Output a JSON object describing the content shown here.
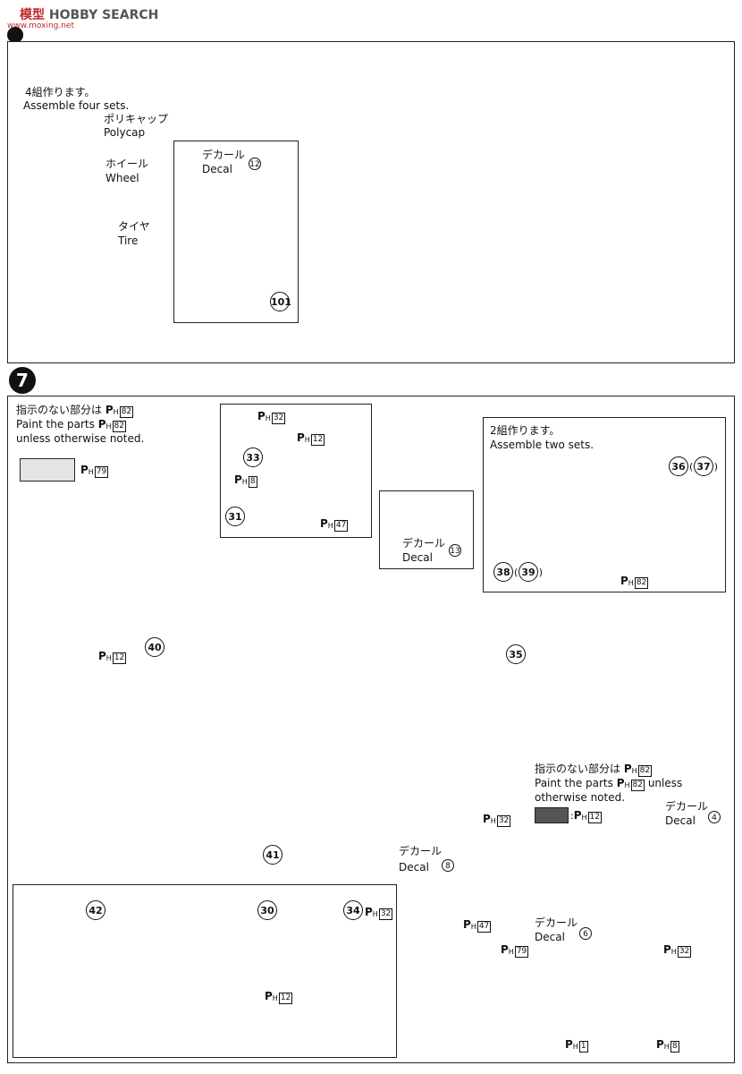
{
  "header": {
    "logo_cn": "模型",
    "logo_en": "HOBBY SEARCH",
    "site": "www.moxing.net"
  },
  "step6": {
    "note_jp": "4組作ります。",
    "note_en": "Assemble four sets.",
    "polycap_jp": "ポリキャップ",
    "polycap_en": "Polycap",
    "wheel_jp": "ホイール",
    "wheel_en": "Wheel",
    "tire_jp": "タイヤ",
    "tire_en": "Tire",
    "decal_jp": "デカール",
    "decal_en": "Decal",
    "decal_no": "12",
    "part_no": "101"
  },
  "step7": {
    "number": "7",
    "paint_note_jp": "指示のない部分は",
    "paint_note_en1": "Paint the parts",
    "paint_note_en2": "unless otherwise noted.",
    "paint_code_default": "82",
    "swatch_code": "79",
    "console": {
      "parts": [
        "33",
        "31"
      ],
      "ph_codes": [
        "32",
        "12",
        "8",
        "47"
      ]
    },
    "decal13": {
      "jp": "デカール",
      "en": "Decal",
      "no": "13"
    },
    "seat_inset": {
      "note_jp": "2組作ります。",
      "note_en": "Assemble two sets.",
      "part_a": "36",
      "part_a_alt": "37",
      "part_b": "38",
      "part_b_alt": "39",
      "ph": "82"
    },
    "main_parts": [
      "40",
      "35",
      "41"
    ],
    "main_ph": "12",
    "dash_inset": {
      "parts": [
        "42",
        "30",
        "34"
      ],
      "ph_a": "32",
      "ph_b": "12"
    },
    "dash_detail": {
      "paint_note_jp": "指示のない部分は",
      "paint_note_en1": "Paint the parts",
      "paint_note_en2": "unless",
      "paint_note_en3": "otherwise noted.",
      "paint_code": "82",
      "swatch_code": "12",
      "ph_left": "32",
      "ph_bottom": "47",
      "decal4": {
        "jp": "デカール",
        "en": "Decal",
        "no": "4"
      },
      "decal8": {
        "jp": "デカール",
        "en": "Decal",
        "no": "8"
      },
      "decal6": {
        "jp": "デカール",
        "en": "Decal",
        "no": "6"
      }
    },
    "door_detail": {
      "ph_a": "79",
      "ph_b": "32",
      "ph_c": "1",
      "ph_d": "8"
    }
  },
  "colors": {
    "ink": "#111111",
    "swatch_light": "#e4e4e4",
    "swatch_dark": "#555555"
  }
}
